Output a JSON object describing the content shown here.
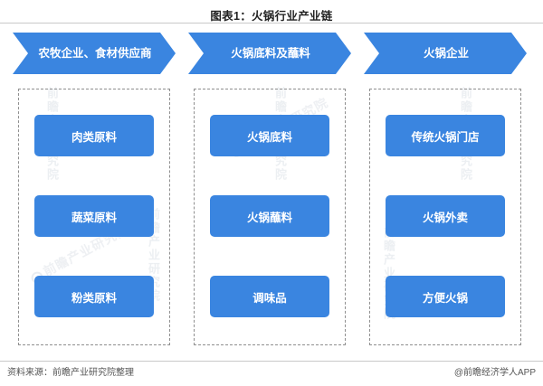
{
  "title": "图表1：火锅行业产业链",
  "columns": [
    {
      "header": "农牧企业、食材供应商",
      "items": [
        "肉类原料",
        "蔬菜原料",
        "粉类原料"
      ]
    },
    {
      "header": "火锅底料及蘸料",
      "items": [
        "火锅底料",
        "火锅蘸料",
        "调味品"
      ]
    },
    {
      "header": "火锅企业",
      "items": [
        "传统火锅门店",
        "火锅外卖",
        "方便火锅"
      ]
    }
  ],
  "footer": {
    "source": "资料来源：前瞻产业研究院整理",
    "brand": "@前瞻经济学人APP"
  },
  "watermarks": {
    "text": "前瞻产业研究院"
  },
  "colors": {
    "accent": "#3a85e0",
    "title_text": "#222222",
    "dashed_border": "#8f8f8f",
    "rule": "#c9c9c9"
  }
}
